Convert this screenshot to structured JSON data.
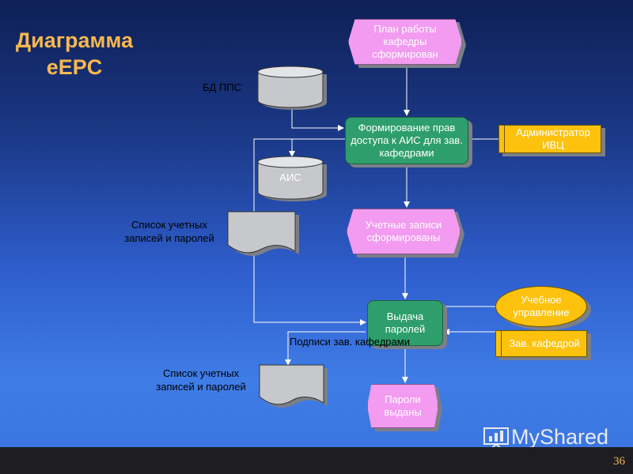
{
  "slide": {
    "title": "Диаграмма eEPC",
    "page_number": "36"
  },
  "nodes": {
    "event_plan": "План работы кафедры сформирован",
    "db_pps_label": "БД ППС",
    "func_access": "Формирование прав доступа к АИС для зав. кафедрами",
    "role_admin": "Администратор ИВЦ",
    "db_ais_label": "АИС",
    "doc_accounts_label": "Список учетных записей и паролей",
    "event_accounts": "Учетные записи сформированы",
    "func_passwords": "Выдача паролей",
    "ellipse_study": "Учебное управление",
    "role_head": "Зав. кафедрой",
    "signatures_label": "Подписи зав. кафедрами",
    "doc_signed_label": "Список учетных записей и паролей",
    "event_issued": "Пароли выданы"
  },
  "watermark": {
    "text": "MyShared"
  },
  "colors": {
    "event": "#f29bf0",
    "function": "#2e9e6c",
    "role": "#fcc20e",
    "title": "#f7b84f"
  }
}
